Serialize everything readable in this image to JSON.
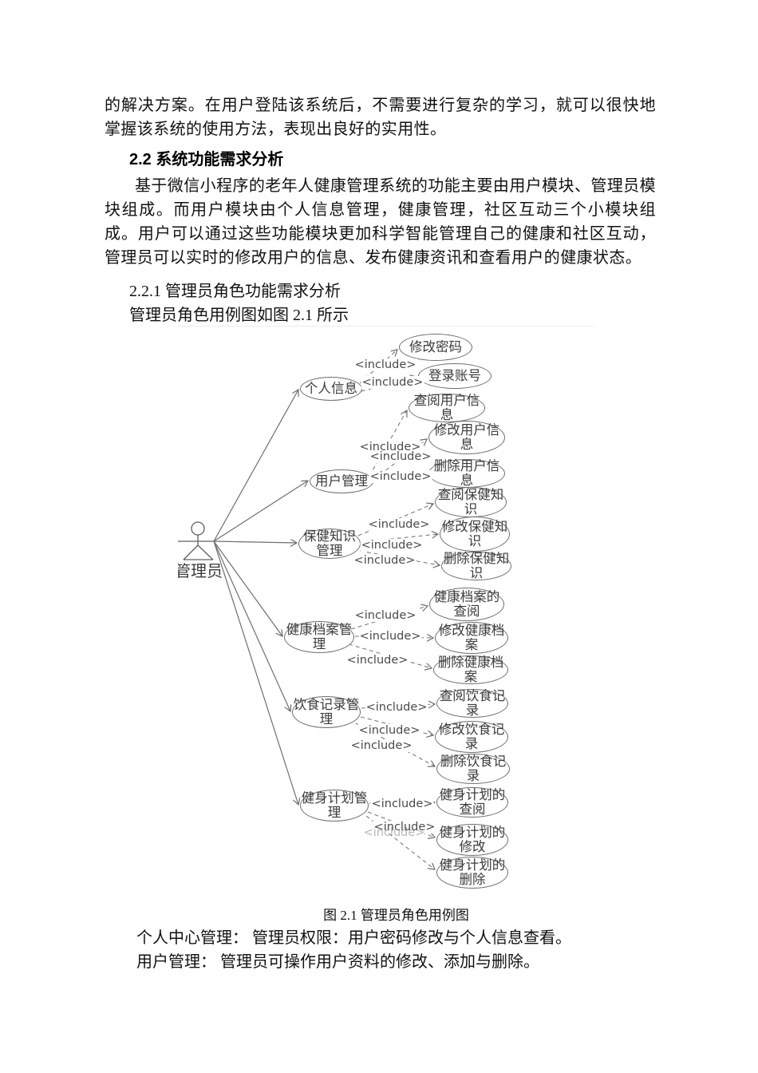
{
  "body": {
    "para1": "的解决方案。在用户登陆该系统后，不需要进行复杂的学习，就可以很快地掌握该系统的使用方法，表现出良好的实用性。",
    "heading_2_2": "2.2 系统功能需求分析",
    "para2": "基于微信小程序的老年人健康管理系统的功能主要由用户模块、管理员模块组成。而用户模块由个人信息管理，健康管理，社区互动三个小模块组成。用户可以通过这些功能模块更加科学智能管理自己的健康和社区互动，管理员可以实时的修改用户的信息、发布健康资讯和查看用户的健康状态。",
    "heading_2_2_1": "2.2.1 管理员角色功能需求分析",
    "figure_intro": "管理员角色用例图如图 2.1 所示",
    "figure_caption": "图 2.1 管理员角色用例图",
    "note_personal": "个人中心管理：  管理员权限：用户密码修改与个人信息查看。",
    "note_user": "用户管理：  管理员可操作用户资料的修改、添加与删除。"
  },
  "diagram": {
    "actor_label": "管理员",
    "include_label": "<include>",
    "module_labels": [
      "个人信息",
      "用户管理",
      "保健知识\n管理",
      "健康档案管\n理",
      "饮食记录管\n理",
      "健身计划管\n理"
    ],
    "usecase_labels": [
      "修改密码",
      "登录账号",
      "查阅用户信\n息",
      "修改用户信\n息",
      "删除用户信\n息",
      "查阅保健知\n识",
      "修改保健知\n识",
      "删除保健知\n识",
      "健康档案的\n查阅",
      "修改健康档\n案",
      "删除健康档\n案",
      "查阅饮食记\n录",
      "修改饮食记\n录",
      "删除饮食记\n录",
      "健身计划的\n查阅",
      "健身计划的\n修改",
      "健身计划的\n删除"
    ]
  }
}
